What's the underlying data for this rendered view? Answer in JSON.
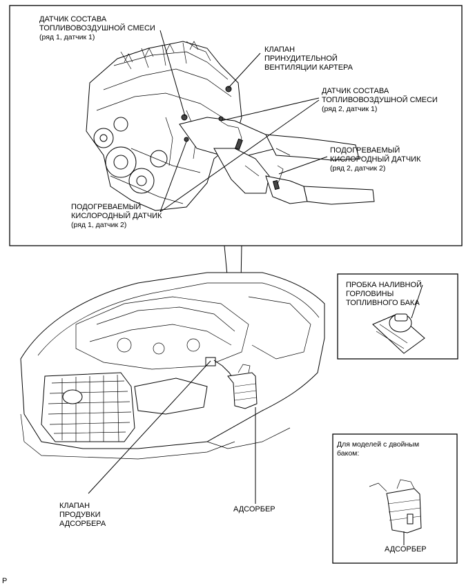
{
  "labels": {
    "af_sensor_b1s1": [
      "ДАТЧИК СОСТАВА",
      "ТОПЛИВОВОЗДУШНОЙ СМЕСИ",
      "(ряд 1, датчик 1)"
    ],
    "pcv_valve": [
      "КЛАПАН",
      "ПРИНУДИТЕЛЬНОЙ",
      "ВЕНТИЛЯЦИИ КАРТЕРА"
    ],
    "af_sensor_b2s1": [
      "ДАТЧИК СОСТАВА",
      "ТОПЛИВОВОЗДУШНОЙ СМЕСИ",
      "(ряд 2, датчик 1)"
    ],
    "ho2_sensor_b2s2": [
      "ПОДОГРЕВАЕМЫЙ",
      "КИСЛОРОДНЫЙ ДАТЧИК",
      "(ряд 2, датчик 2)"
    ],
    "ho2_sensor_b1s2": [
      "ПОДОГРЕВАЕМЫЙ",
      "КИСЛОРОДНЫЙ ДАТЧИК",
      "(ряд 1, датчик 2)"
    ],
    "fuel_cap": [
      "ПРОБКА НАЛИВНОЙ",
      "ГОРЛОВИНЫ",
      "ТОПЛИВНОГО БАКА"
    ],
    "dual_tank_note": [
      "Для моделей с двойным",
      "баком:"
    ],
    "canister_inset": "АДСОРБЕР",
    "purge_valve": [
      "КЛАПАН",
      "ПРОДУВКИ",
      "АДСОРБЕРА"
    ],
    "canister": "АДСОРБЕР",
    "footer_code": "P"
  }
}
